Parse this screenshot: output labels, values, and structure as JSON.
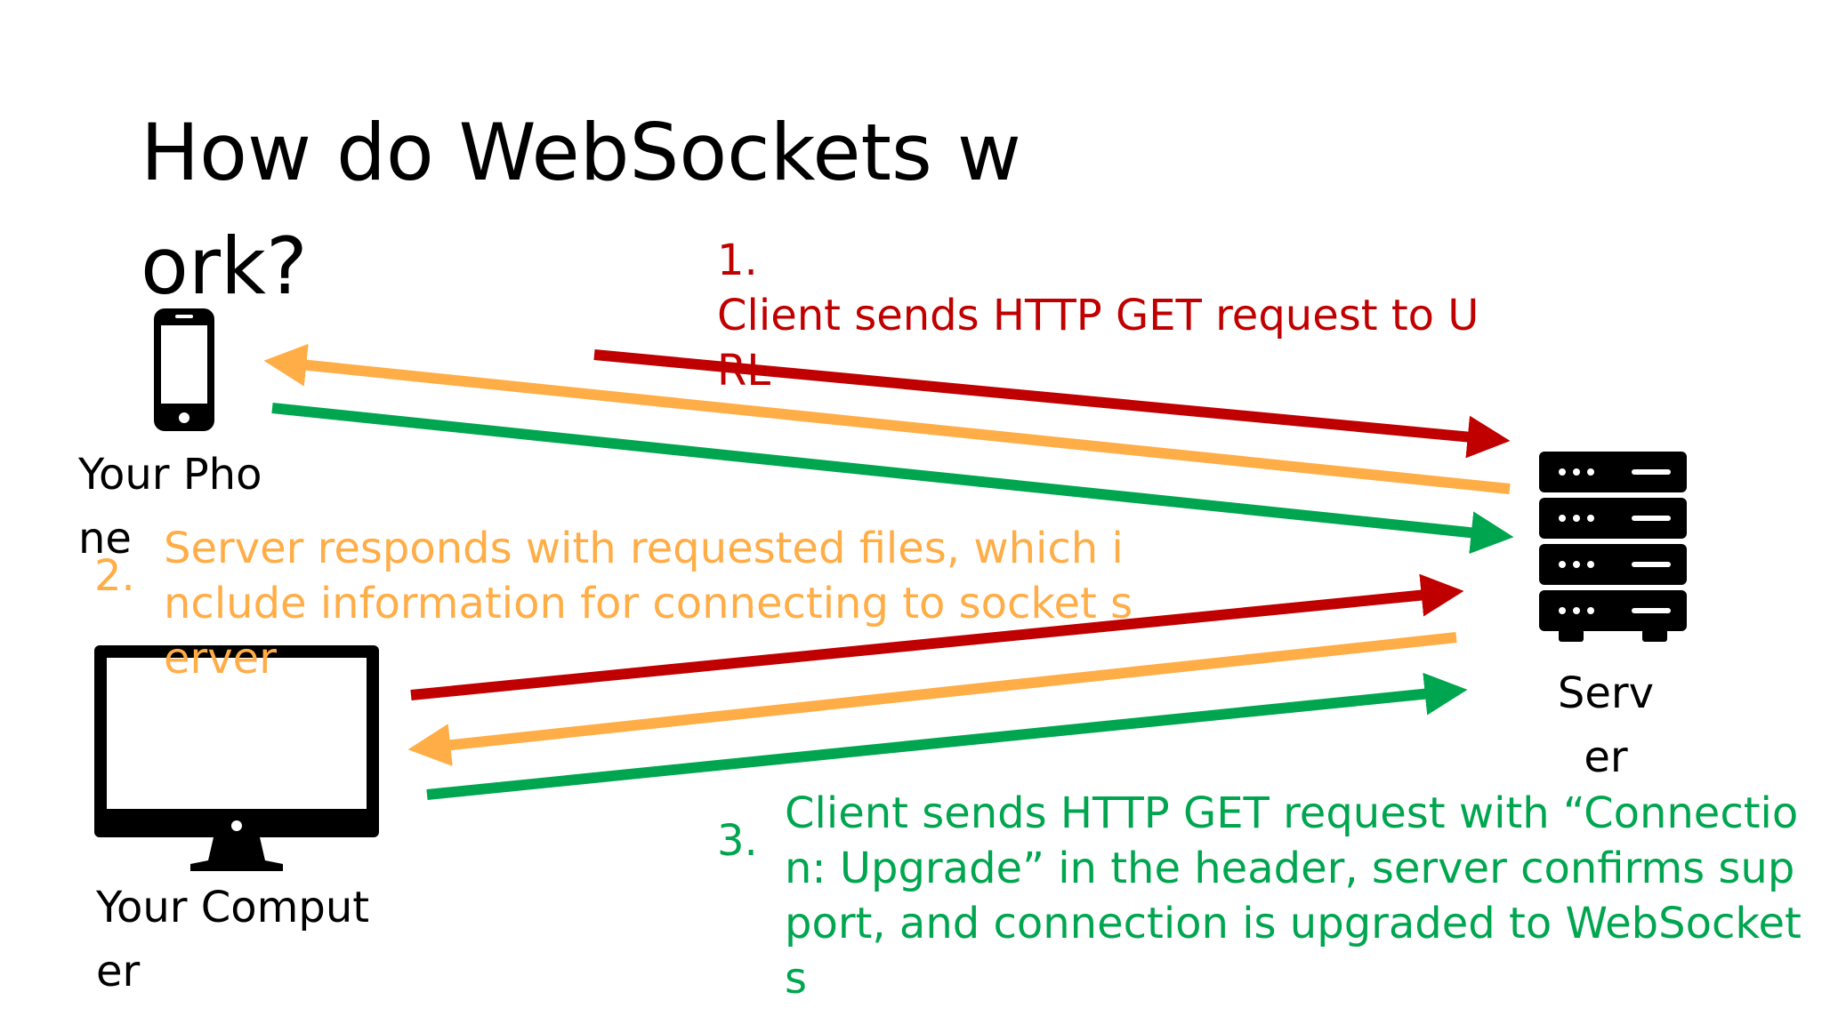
{
  "slide": {
    "title": "How do WebSockets work?"
  },
  "devices": {
    "phone_label": "Your Phone",
    "computer_label": "Your Computer",
    "server_label": "Server"
  },
  "steps": [
    {
      "number": "1.",
      "text": "Client sends HTTP GET request to URL",
      "color": "#c00000"
    },
    {
      "number": "2.",
      "text": "Server responds with requested files, which include information for connecting to socket server",
      "color": "#ffad47"
    },
    {
      "number": "3.",
      "text": "Client sends HTTP GET request with “Connection: Upgrade” in the header, server confirms support, and connection is upgraded to WebSockets",
      "color": "#00a64f"
    }
  ],
  "colors": {
    "red": "#c00000",
    "orange": "#ffad47",
    "green": "#00a64f",
    "icon": "#000000"
  },
  "icons": [
    "phone-icon",
    "computer-icon",
    "server-icon"
  ]
}
